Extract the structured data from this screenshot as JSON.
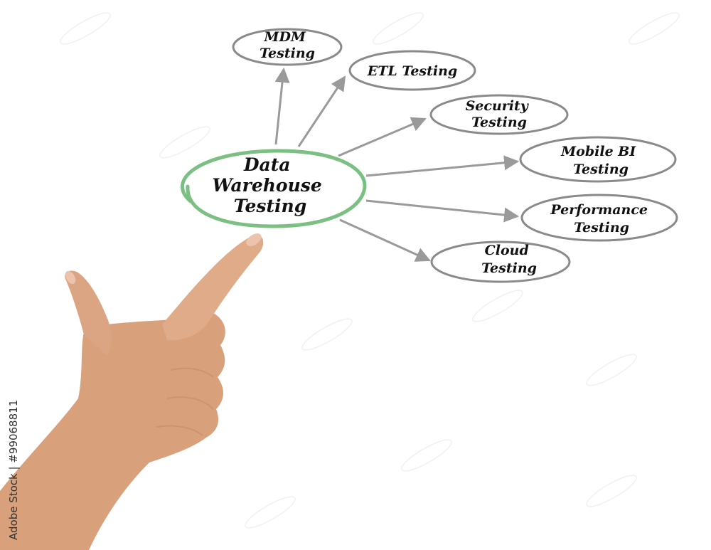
{
  "diagram": {
    "center": {
      "lines": [
        "Data",
        "Warehouse",
        "Testing"
      ],
      "color": "#7bbf82"
    },
    "nodes": [
      {
        "id": "mdm",
        "lines": [
          "MDM",
          "Testing"
        ]
      },
      {
        "id": "etl",
        "lines": [
          "ETL Testing"
        ]
      },
      {
        "id": "security",
        "lines": [
          "Security",
          "Testing"
        ]
      },
      {
        "id": "mobile-bi",
        "lines": [
          "Mobile BI",
          "Testing"
        ]
      },
      {
        "id": "performance",
        "lines": [
          "Performance",
          "Testing"
        ]
      },
      {
        "id": "cloud",
        "lines": [
          "Cloud",
          "Testing"
        ]
      }
    ],
    "node_outline_color": "#8a8a8a",
    "arrow_color": "#9a9a9a"
  },
  "watermark": {
    "side_text": "Adobe Stock | #99068811"
  }
}
